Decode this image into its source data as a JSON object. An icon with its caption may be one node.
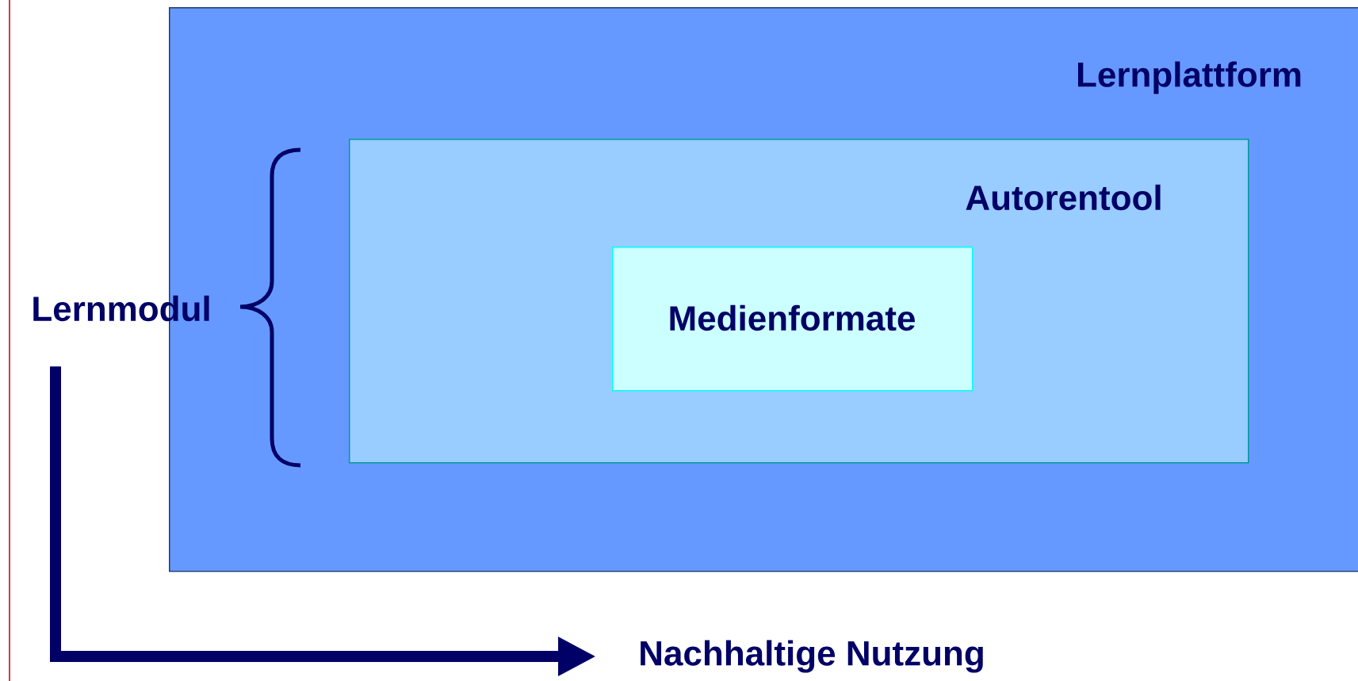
{
  "diagram": {
    "nodes": [
      {
        "text": [
          "Lernplattform"
        ]
      },
      {
        "text": [
          "Autorentool"
        ],
        "in": 0
      },
      {
        "text": [
          "Medienformate"
        ],
        "in": 1
      },
      {
        "text": [
          "Lernmodul"
        ]
      },
      {
        "text": [
          "Nachhaltige Nutzung"
        ]
      }
    ],
    "edges": [
      {
        "from": 3,
        "to": 4,
        "arrow": "to"
      }
    ]
  }
}
